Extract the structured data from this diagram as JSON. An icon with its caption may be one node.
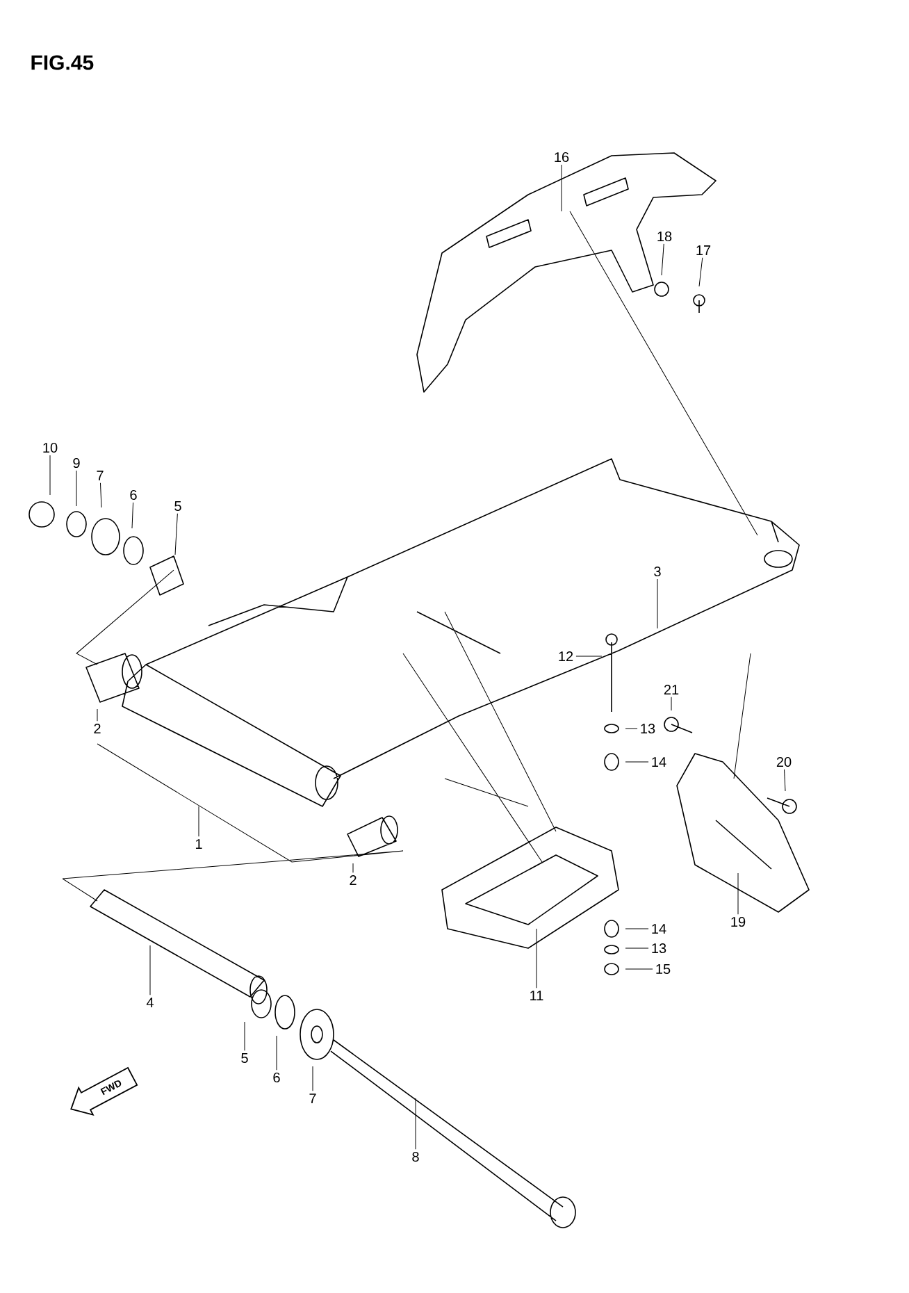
{
  "diagram": {
    "title": "FIG.45",
    "nodes": [
      {
        "text": [
          "16"
        ]
      },
      {
        "text": [
          "18"
        ]
      },
      {
        "text": [
          "17"
        ]
      },
      {
        "text": [
          "10"
        ]
      },
      {
        "text": [
          "9"
        ]
      },
      {
        "text": [
          "7"
        ]
      },
      {
        "text": [
          "6"
        ]
      },
      {
        "text": [
          "5"
        ]
      },
      {
        "text": [
          "3"
        ]
      },
      {
        "text": [
          "12"
        ]
      },
      {
        "text": [
          "21"
        ]
      },
      {
        "text": [
          "13"
        ]
      },
      {
        "text": [
          "14"
        ]
      },
      {
        "text": [
          "20"
        ]
      },
      {
        "text": [
          "2"
        ]
      },
      {
        "text": [
          "1"
        ]
      },
      {
        "text": [
          "2"
        ]
      },
      {
        "text": [
          "19"
        ]
      },
      {
        "text": [
          "14"
        ]
      },
      {
        "text": [
          "13"
        ]
      },
      {
        "text": [
          "15"
        ]
      },
      {
        "text": [
          "11"
        ]
      },
      {
        "text": [
          "4"
        ]
      },
      {
        "text": [
          "5"
        ]
      },
      {
        "text": [
          "6"
        ]
      },
      {
        "text": [
          "7"
        ]
      },
      {
        "text": [
          "8"
        ]
      }
    ],
    "edges": [
      {
        "from": 0,
        "to": null,
        "arrow": "none"
      },
      {
        "from": 1,
        "to": null,
        "arrow": "none"
      },
      {
        "from": 2,
        "to": null,
        "arrow": "none"
      },
      {
        "from": 3,
        "to": null,
        "arrow": "none"
      },
      {
        "from": 4,
        "to": null,
        "arrow": "none"
      },
      {
        "from": 5,
        "to": null,
        "arrow": "none"
      },
      {
        "from": 6,
        "to": null,
        "arrow": "none"
      },
      {
        "from": 7,
        "to": null,
        "arrow": "none"
      },
      {
        "from": 8,
        "to": null,
        "arrow": "none"
      },
      {
        "from": 9,
        "to": null,
        "arrow": "none"
      },
      {
        "from": 10,
        "to": null,
        "arrow": "none"
      },
      {
        "from": 11,
        "to": null,
        "arrow": "none"
      },
      {
        "from": 12,
        "to": null,
        "arrow": "none"
      },
      {
        "from": 13,
        "to": null,
        "arrow": "none"
      },
      {
        "from": 14,
        "to": null,
        "arrow": "none"
      },
      {
        "from": 15,
        "to": null,
        "arrow": "none"
      },
      {
        "from": 16,
        "to": null,
        "arrow": "none"
      },
      {
        "from": 17,
        "to": null,
        "arrow": "none"
      },
      {
        "from": 18,
        "to": null,
        "arrow": "none"
      },
      {
        "from": 19,
        "to": null,
        "arrow": "none"
      },
      {
        "from": 20,
        "to": null,
        "arrow": "none"
      },
      {
        "from": 21,
        "to": null,
        "arrow": "none"
      },
      {
        "from": 22,
        "to": null,
        "arrow": "none"
      },
      {
        "from": 23,
        "to": null,
        "arrow": "none"
      },
      {
        "from": 24,
        "to": null,
        "arrow": "none"
      },
      {
        "from": 25,
        "to": null,
        "arrow": "none"
      },
      {
        "from": 26,
        "to": null,
        "arrow": "none"
      }
    ],
    "labels": [
      "FWD"
    ]
  }
}
